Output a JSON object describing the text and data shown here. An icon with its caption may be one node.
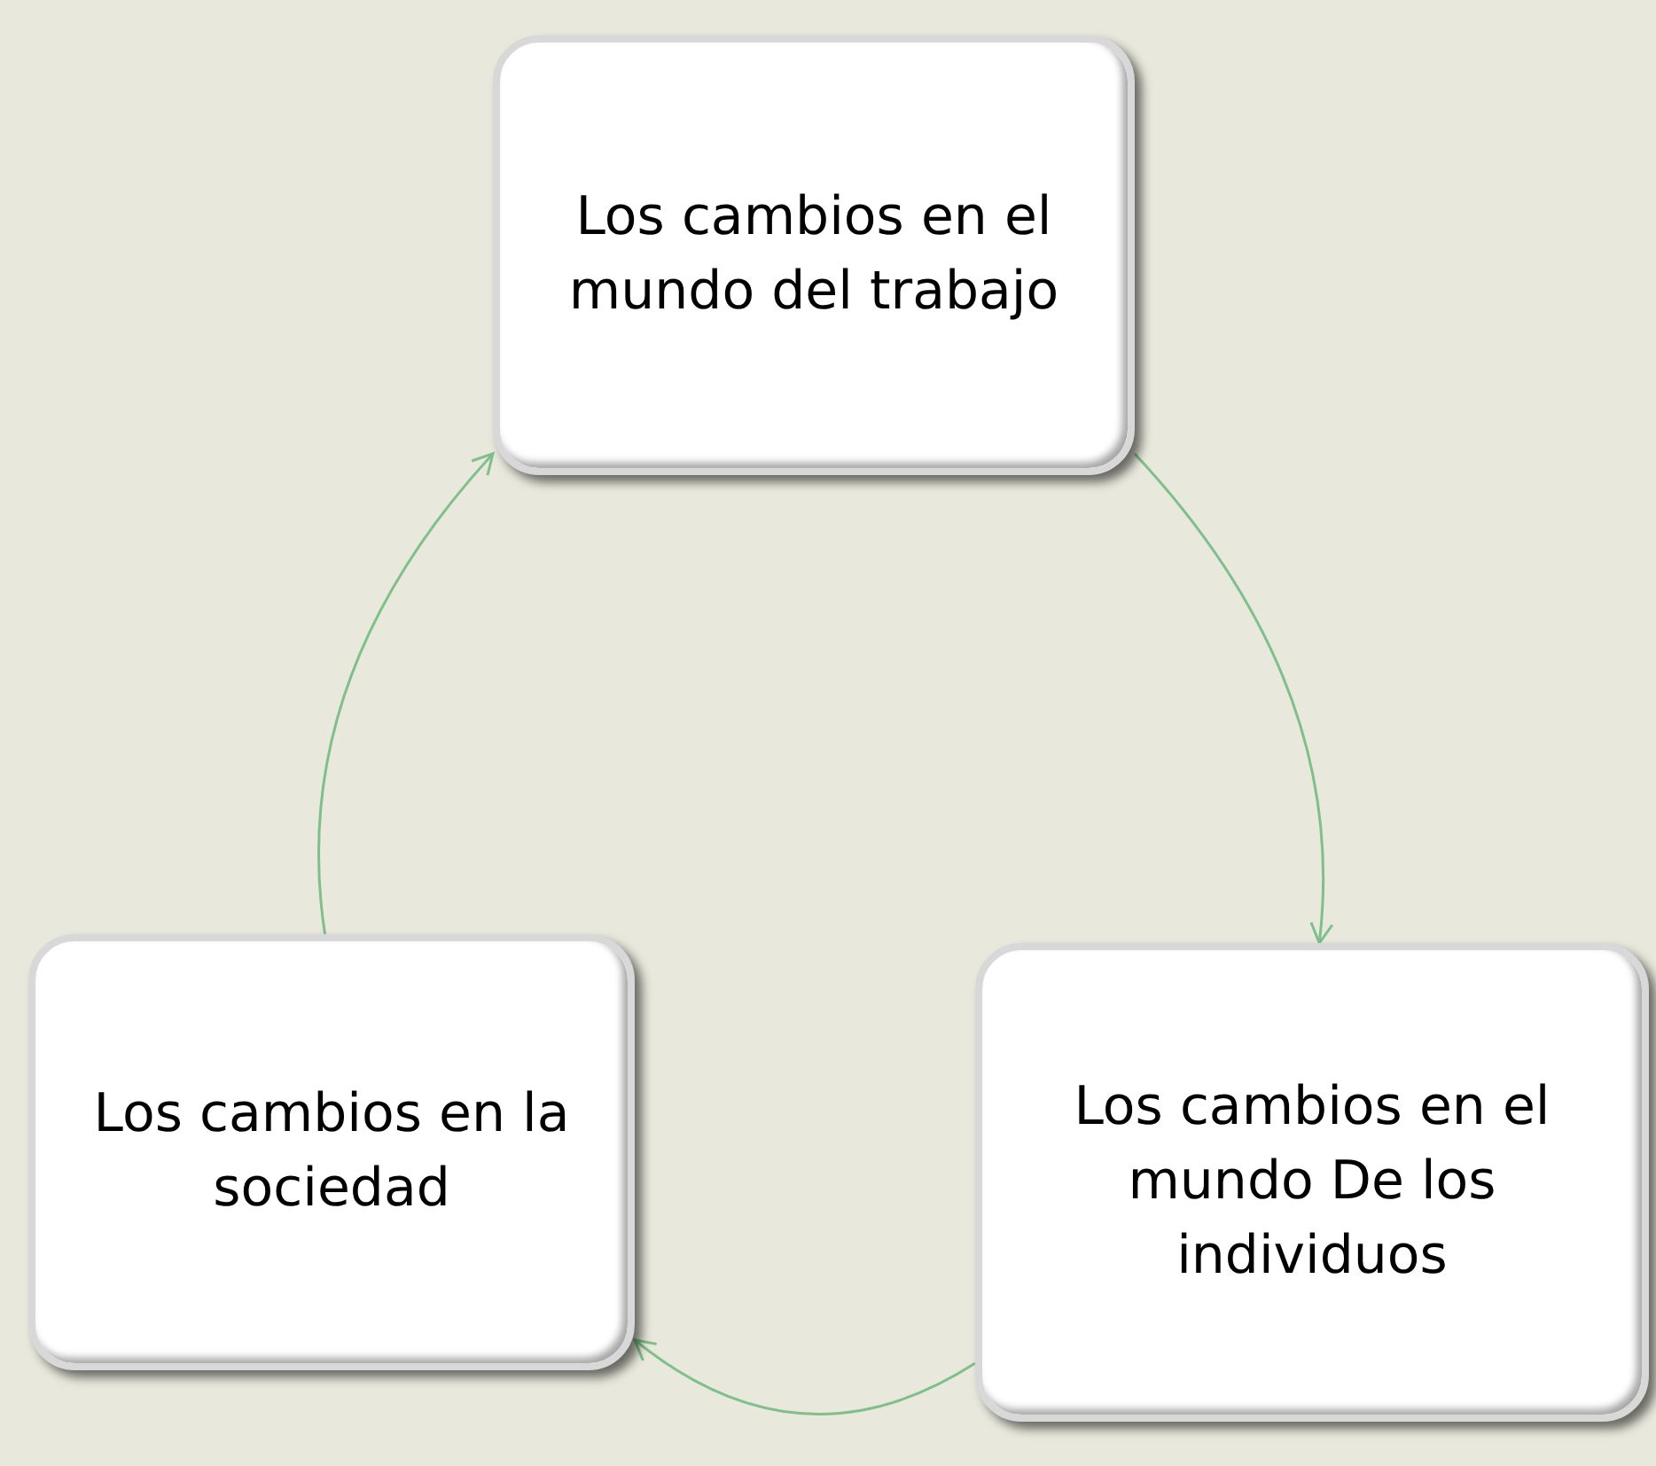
{
  "diagram": {
    "nodes": [
      {
        "text": [
          "Los cambios en el mundo del trabajo"
        ]
      },
      {
        "text": [
          "Los cambios en el mundo De los individuos"
        ]
      },
      {
        "text": [
          "Los cambios en la sociedad"
        ]
      }
    ],
    "edges": [
      {
        "from": 0,
        "to": 1,
        "arrow": "to"
      },
      {
        "from": 1,
        "to": 2,
        "arrow": "to"
      },
      {
        "from": 2,
        "to": 0,
        "arrow": "to"
      }
    ]
  }
}
